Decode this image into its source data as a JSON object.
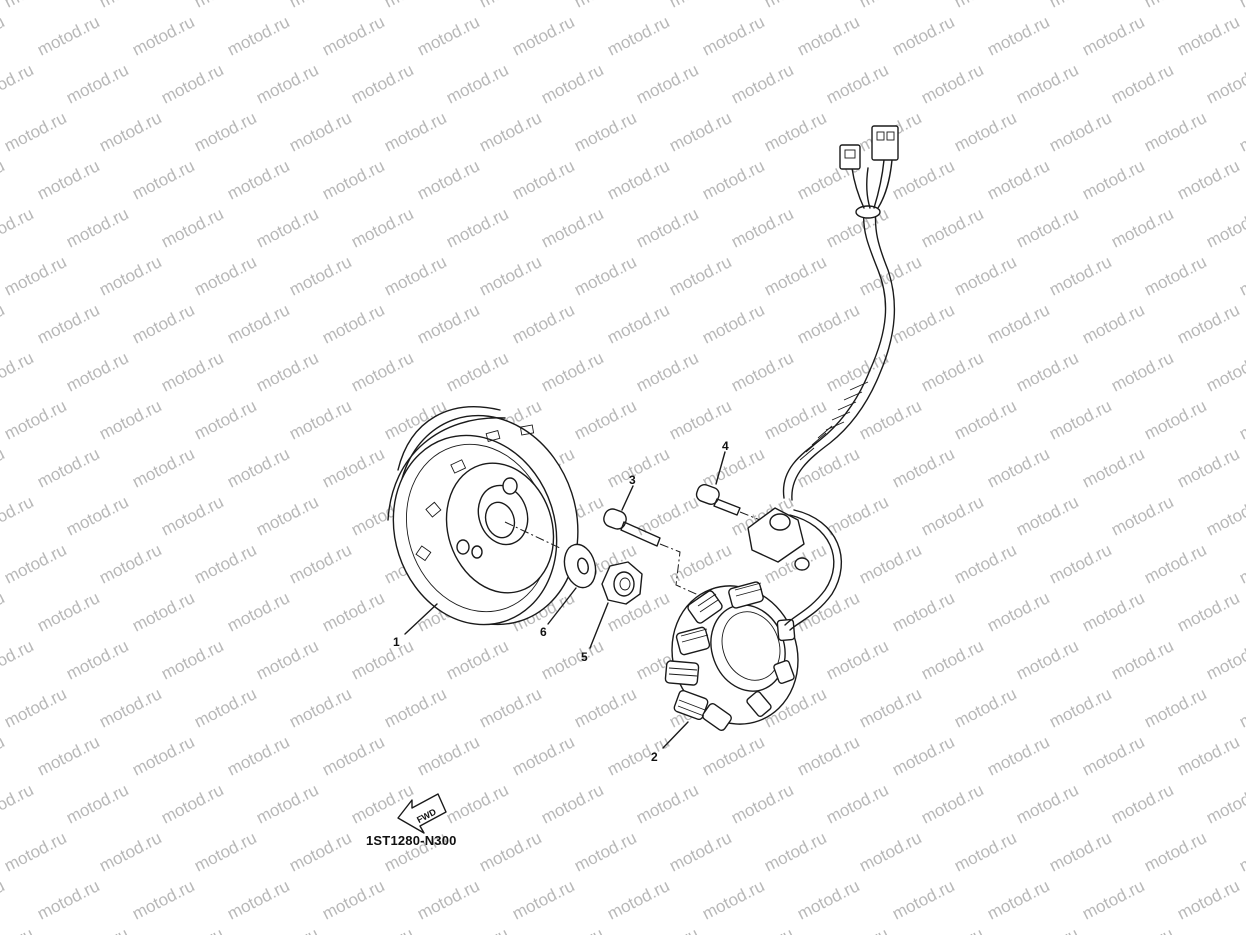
{
  "watermark": {
    "text": "motod.ru"
  },
  "diagram": {
    "parts": [
      {
        "number": "1",
        "component": "rotor"
      },
      {
        "number": "2",
        "component": "stator"
      },
      {
        "number": "3",
        "component": "bolt"
      },
      {
        "number": "4",
        "component": "bolt"
      },
      {
        "number": "5",
        "component": "nut"
      },
      {
        "number": "6",
        "component": "washer"
      }
    ],
    "fwd_label": "FWD",
    "code": "1ST1280-N300"
  }
}
